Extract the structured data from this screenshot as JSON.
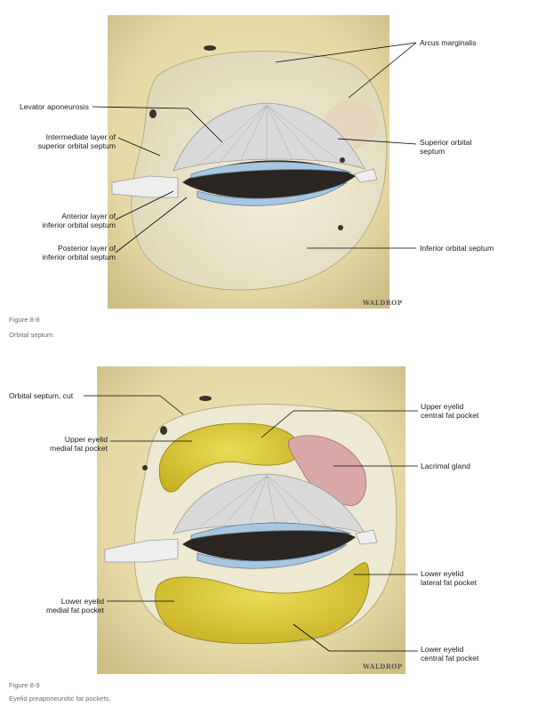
{
  "figure1": {
    "number": "Figure 8-8",
    "caption": "Orbital septum.",
    "signature": "WALDROP",
    "labels": {
      "arcus_marginalis": "Arcus marginalis",
      "levator_aponeurosis": "Levator aponeurosis",
      "intermediate_layer": [
        "Intermediate layer of",
        "superior orbital septum"
      ],
      "superior_orbital_septum": [
        "Superior orbital",
        "septum"
      ],
      "anterior_layer": [
        "Anterior layer of",
        "inferior orbital septum"
      ],
      "inferior_orbital_septum": "Inferior orbital septum",
      "posterior_layer": [
        "Posterior layer of",
        "inferior orbital septum"
      ]
    }
  },
  "figure2": {
    "number": "Figure 8-9",
    "caption": "Eyelid preaponeurotic fat pockets.",
    "signature": "WALDROP",
    "labels": {
      "orbital_septum_cut": "Orbital septum, cut",
      "upper_eyelid_central_fat_pocket": [
        "Upper eyelid",
        "central fat pocket"
      ],
      "upper_eyelid_medial_fat_pocket": [
        "Upper eyelid",
        "medial fat pocket"
      ],
      "lacrimal_gland": "Lacrimal gland",
      "lower_eyelid_lateral_fat_pocket": [
        "Lower eyelid",
        "lateral fat pocket"
      ],
      "lower_eyelid_medial_fat_pocket": [
        "Lower eyelid",
        "medial fat pocket"
      ],
      "lower_eyelid_central_fat_pocket": [
        "Lower eyelid",
        "central fat pocket"
      ]
    }
  },
  "colors": {
    "bone": "#e8dcaa",
    "bone_shadow": "#c9b985",
    "septum": "#efebd6",
    "fat": "#d9c52c",
    "gland": "#d9a8a8",
    "tarsus_blue": "#a9c6df",
    "aponeurosis": "#dedede",
    "fissure": "#2a2520"
  }
}
